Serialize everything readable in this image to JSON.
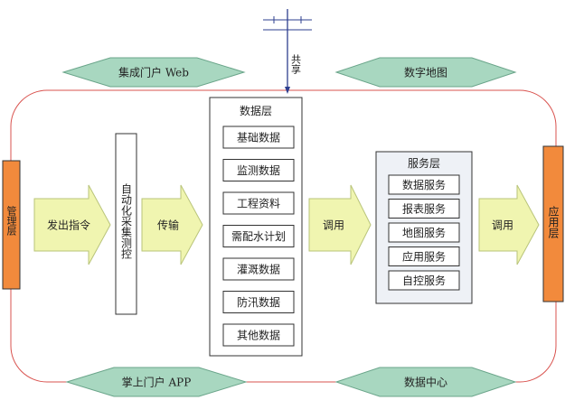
{
  "colors": {
    "loop": "#d9534f",
    "side_bar_fill": "#f28a3c",
    "side_bar_stroke": "#333333",
    "arrow_fill": "#f0f5b0",
    "arrow_stroke": "#b9c47a",
    "diamond_fill": "#a8d7c0",
    "diamond_stroke": "#6aa58a",
    "share_arrow": "#2e3f8f",
    "box_stroke": "#333333",
    "service_panel_fill": "#eef1f6"
  },
  "management_layer": "管理层",
  "application_layer": "应用层",
  "share_label": "共享",
  "diamonds": {
    "integrated_portal_web": "集成门户 Web",
    "digital_map": "数字地图",
    "mobile_portal_app": "掌上门户 APP",
    "data_center": "数据中心"
  },
  "arrows": {
    "issue_command": "发出指令",
    "transmit": "传输",
    "invoke_left": "调用",
    "invoke_right": "调用"
  },
  "auto_collection": "自动化采集测控",
  "data_layer": {
    "title": "数据层",
    "items": [
      "基础数据",
      "监测数据",
      "工程资料",
      "需配水计划",
      "灌溉数据",
      "防汛数据",
      "其他数据"
    ]
  },
  "service_layer": {
    "title": "服务层",
    "items": [
      "数据服务",
      "报表服务",
      "地图服务",
      "应用服务",
      "自控服务"
    ]
  }
}
